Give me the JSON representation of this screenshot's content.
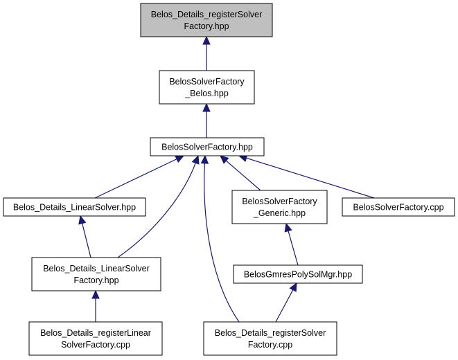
{
  "nodes": [
    {
      "id": "n0",
      "lines": [
        "Belos_Details_registerSolver",
        "Factory.hpp"
      ],
      "highlight": true
    },
    {
      "id": "n1",
      "lines": [
        "BelosSolverFactory",
        "_Belos.hpp"
      ]
    },
    {
      "id": "n2",
      "lines": [
        "BelosSolverFactory.hpp"
      ]
    },
    {
      "id": "n3",
      "lines": [
        "Belos_Details_LinearSolver.hpp"
      ]
    },
    {
      "id": "n4",
      "lines": [
        "BelosSolverFactory",
        "_Generic.hpp"
      ]
    },
    {
      "id": "n5",
      "lines": [
        "BelosSolverFactory.cpp"
      ]
    },
    {
      "id": "n6",
      "lines": [
        "Belos_Details_LinearSolver",
        "Factory.hpp"
      ]
    },
    {
      "id": "n7",
      "lines": [
        "BelosGmresPolySolMgr.hpp"
      ]
    },
    {
      "id": "n8",
      "lines": [
        "Belos_Details_registerLinear",
        "SolverFactory.cpp"
      ]
    },
    {
      "id": "n9",
      "lines": [
        "Belos_Details_registerSolver",
        "Factory.cpp"
      ]
    }
  ],
  "edges": [
    {
      "from": "n1",
      "to": "n0"
    },
    {
      "from": "n2",
      "to": "n1"
    },
    {
      "from": "n3",
      "to": "n2"
    },
    {
      "from": "n6",
      "to": "n2"
    },
    {
      "from": "n9",
      "to": "n2"
    },
    {
      "from": "n4",
      "to": "n2"
    },
    {
      "from": "n5",
      "to": "n2"
    },
    {
      "from": "n6",
      "to": "n3"
    },
    {
      "from": "n8",
      "to": "n6"
    },
    {
      "from": "n7",
      "to": "n4"
    },
    {
      "from": "n9",
      "to": "n7"
    }
  ],
  "colors": {
    "edge": "#191970",
    "node_border": "#000000",
    "node_fill": "#ffffff",
    "highlight_fill": "#bfbfbf"
  }
}
